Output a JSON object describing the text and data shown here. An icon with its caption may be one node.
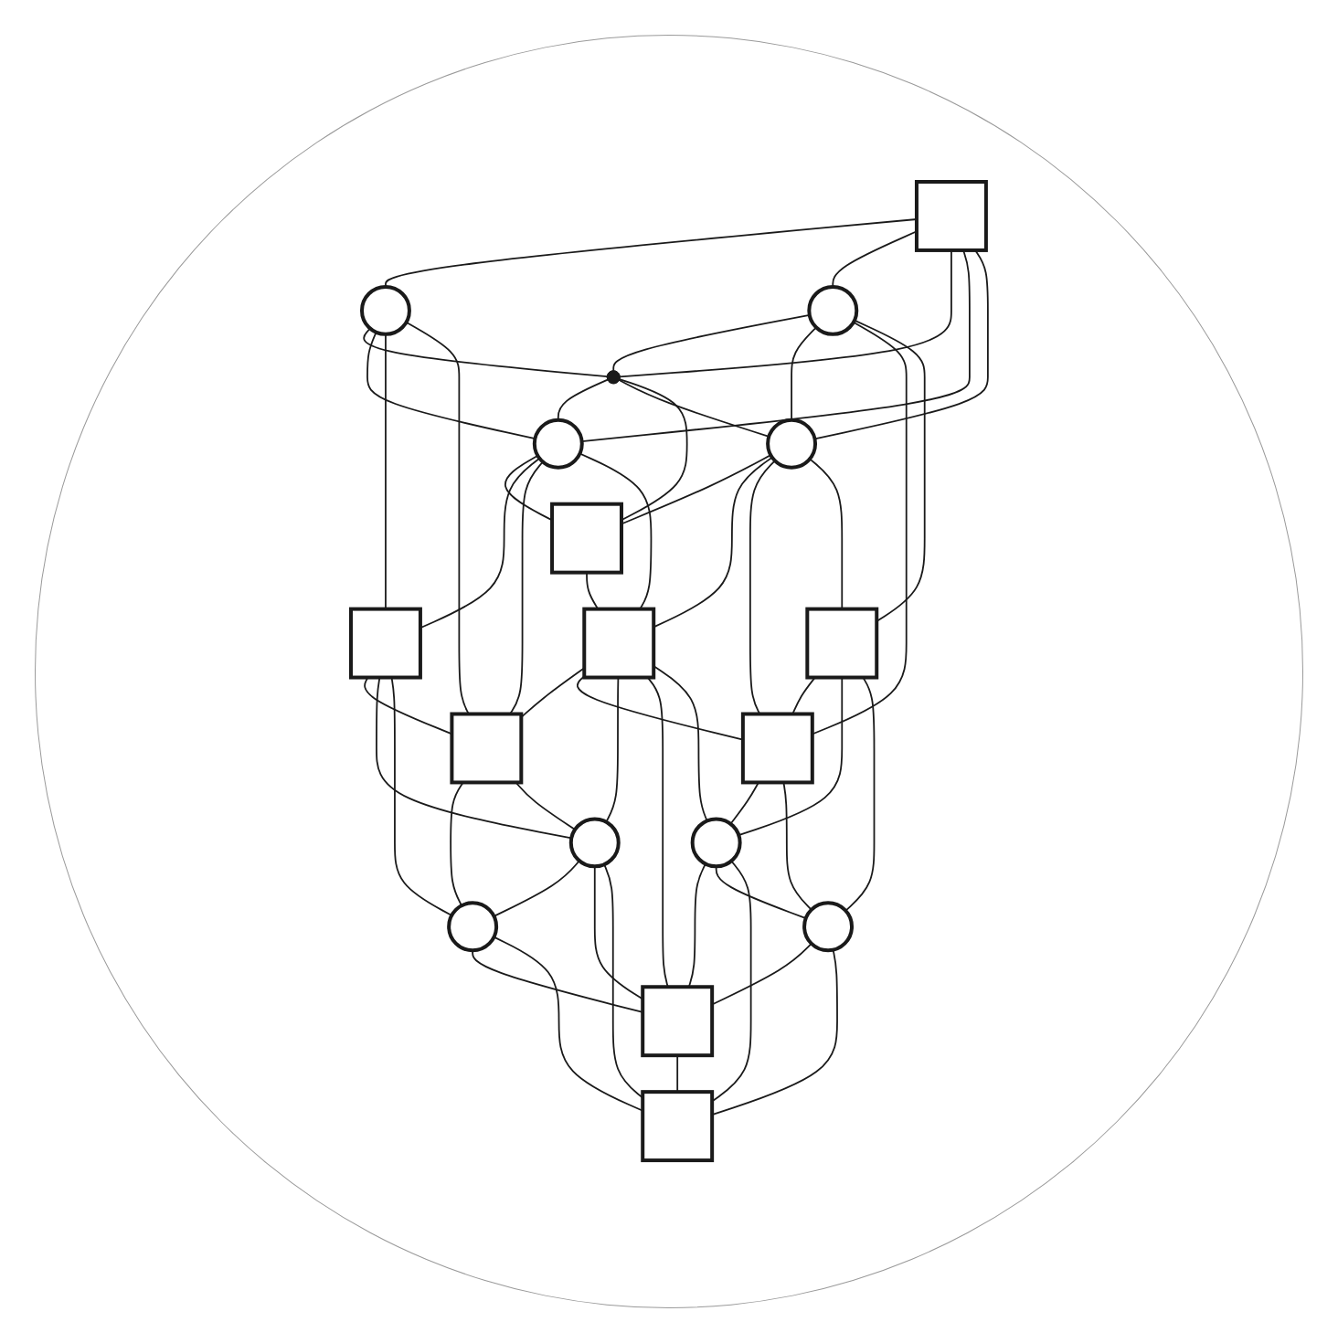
{
  "diagram": {
    "nodes": [
      {
        "text": [],
        "shape": "box"
      },
      {
        "text": [],
        "shape": "circle"
      },
      {
        "text": [],
        "shape": "point"
      },
      {
        "text": [],
        "shape": "circle"
      },
      {
        "text": [],
        "shape": "circle"
      },
      {
        "text": [],
        "shape": "box"
      },
      {
        "text": [],
        "shape": "circle"
      },
      {
        "text": [],
        "shape": "box"
      },
      {
        "text": [],
        "shape": "box"
      },
      {
        "text": [],
        "shape": "box"
      },
      {
        "text": [],
        "shape": "box"
      },
      {
        "text": [],
        "shape": "box"
      },
      {
        "text": [],
        "shape": "circle"
      },
      {
        "text": [],
        "shape": "circle"
      },
      {
        "text": [],
        "shape": "circle"
      },
      {
        "text": [],
        "shape": "box"
      },
      {
        "text": [],
        "shape": "circle"
      },
      {
        "text": [],
        "shape": "box"
      }
    ],
    "edges": [
      {
        "from": 0,
        "to": 1,
        "arrow": "none"
      },
      {
        "from": 0,
        "to": 3,
        "arrow": "none"
      },
      {
        "from": 0,
        "to": 2,
        "arrow": "none"
      },
      {
        "from": 0,
        "to": 4,
        "arrow": "none"
      },
      {
        "from": 0,
        "to": 6,
        "arrow": "none"
      },
      {
        "from": 1,
        "to": 2,
        "arrow": "none"
      },
      {
        "from": 3,
        "to": 2,
        "arrow": "none"
      },
      {
        "from": 2,
        "to": 4,
        "arrow": "none"
      },
      {
        "from": 2,
        "to": 6,
        "arrow": "none"
      },
      {
        "from": 2,
        "to": 5,
        "arrow": "none"
      },
      {
        "from": 1,
        "to": 4,
        "arrow": "none"
      },
      {
        "from": 1,
        "to": 7,
        "arrow": "none"
      },
      {
        "from": 1,
        "to": 8,
        "arrow": "none"
      },
      {
        "from": 3,
        "to": 6,
        "arrow": "none"
      },
      {
        "from": 3,
        "to": 10,
        "arrow": "none"
      },
      {
        "from": 3,
        "to": 11,
        "arrow": "none"
      },
      {
        "from": 4,
        "to": 5,
        "arrow": "none"
      },
      {
        "from": 6,
        "to": 5,
        "arrow": "none"
      },
      {
        "from": 4,
        "to": 7,
        "arrow": "none"
      },
      {
        "from": 4,
        "to": 8,
        "arrow": "none"
      },
      {
        "from": 4,
        "to": 9,
        "arrow": "none"
      },
      {
        "from": 5,
        "to": 9,
        "arrow": "none"
      },
      {
        "from": 6,
        "to": 9,
        "arrow": "none"
      },
      {
        "from": 6,
        "to": 10,
        "arrow": "none"
      },
      {
        "from": 6,
        "to": 11,
        "arrow": "none"
      },
      {
        "from": 7,
        "to": 8,
        "arrow": "none"
      },
      {
        "from": 9,
        "to": 8,
        "arrow": "none"
      },
      {
        "from": 9,
        "to": 10,
        "arrow": "none"
      },
      {
        "from": 11,
        "to": 10,
        "arrow": "none"
      },
      {
        "from": 7,
        "to": 12,
        "arrow": "none"
      },
      {
        "from": 7,
        "to": 14,
        "arrow": "none"
      },
      {
        "from": 8,
        "to": 14,
        "arrow": "none"
      },
      {
        "from": 8,
        "to": 12,
        "arrow": "none"
      },
      {
        "from": 9,
        "to": 12,
        "arrow": "none"
      },
      {
        "from": 9,
        "to": 15,
        "arrow": "none"
      },
      {
        "from": 9,
        "to": 13,
        "arrow": "none"
      },
      {
        "from": 10,
        "to": 13,
        "arrow": "none"
      },
      {
        "from": 10,
        "to": 16,
        "arrow": "none"
      },
      {
        "from": 11,
        "to": 13,
        "arrow": "none"
      },
      {
        "from": 11,
        "to": 16,
        "arrow": "none"
      },
      {
        "from": 12,
        "to": 14,
        "arrow": "none"
      },
      {
        "from": 12,
        "to": 15,
        "arrow": "none"
      },
      {
        "from": 12,
        "to": 17,
        "arrow": "none"
      },
      {
        "from": 13,
        "to": 15,
        "arrow": "none"
      },
      {
        "from": 13,
        "to": 16,
        "arrow": "none"
      },
      {
        "from": 13,
        "to": 17,
        "arrow": "none"
      },
      {
        "from": 14,
        "to": 15,
        "arrow": "none"
      },
      {
        "from": 16,
        "to": 15,
        "arrow": "none"
      },
      {
        "from": 15,
        "to": 17,
        "arrow": "none"
      },
      {
        "from": 14,
        "to": 17,
        "arrow": "none"
      },
      {
        "from": 16,
        "to": 17,
        "arrow": "none"
      }
    ]
  }
}
